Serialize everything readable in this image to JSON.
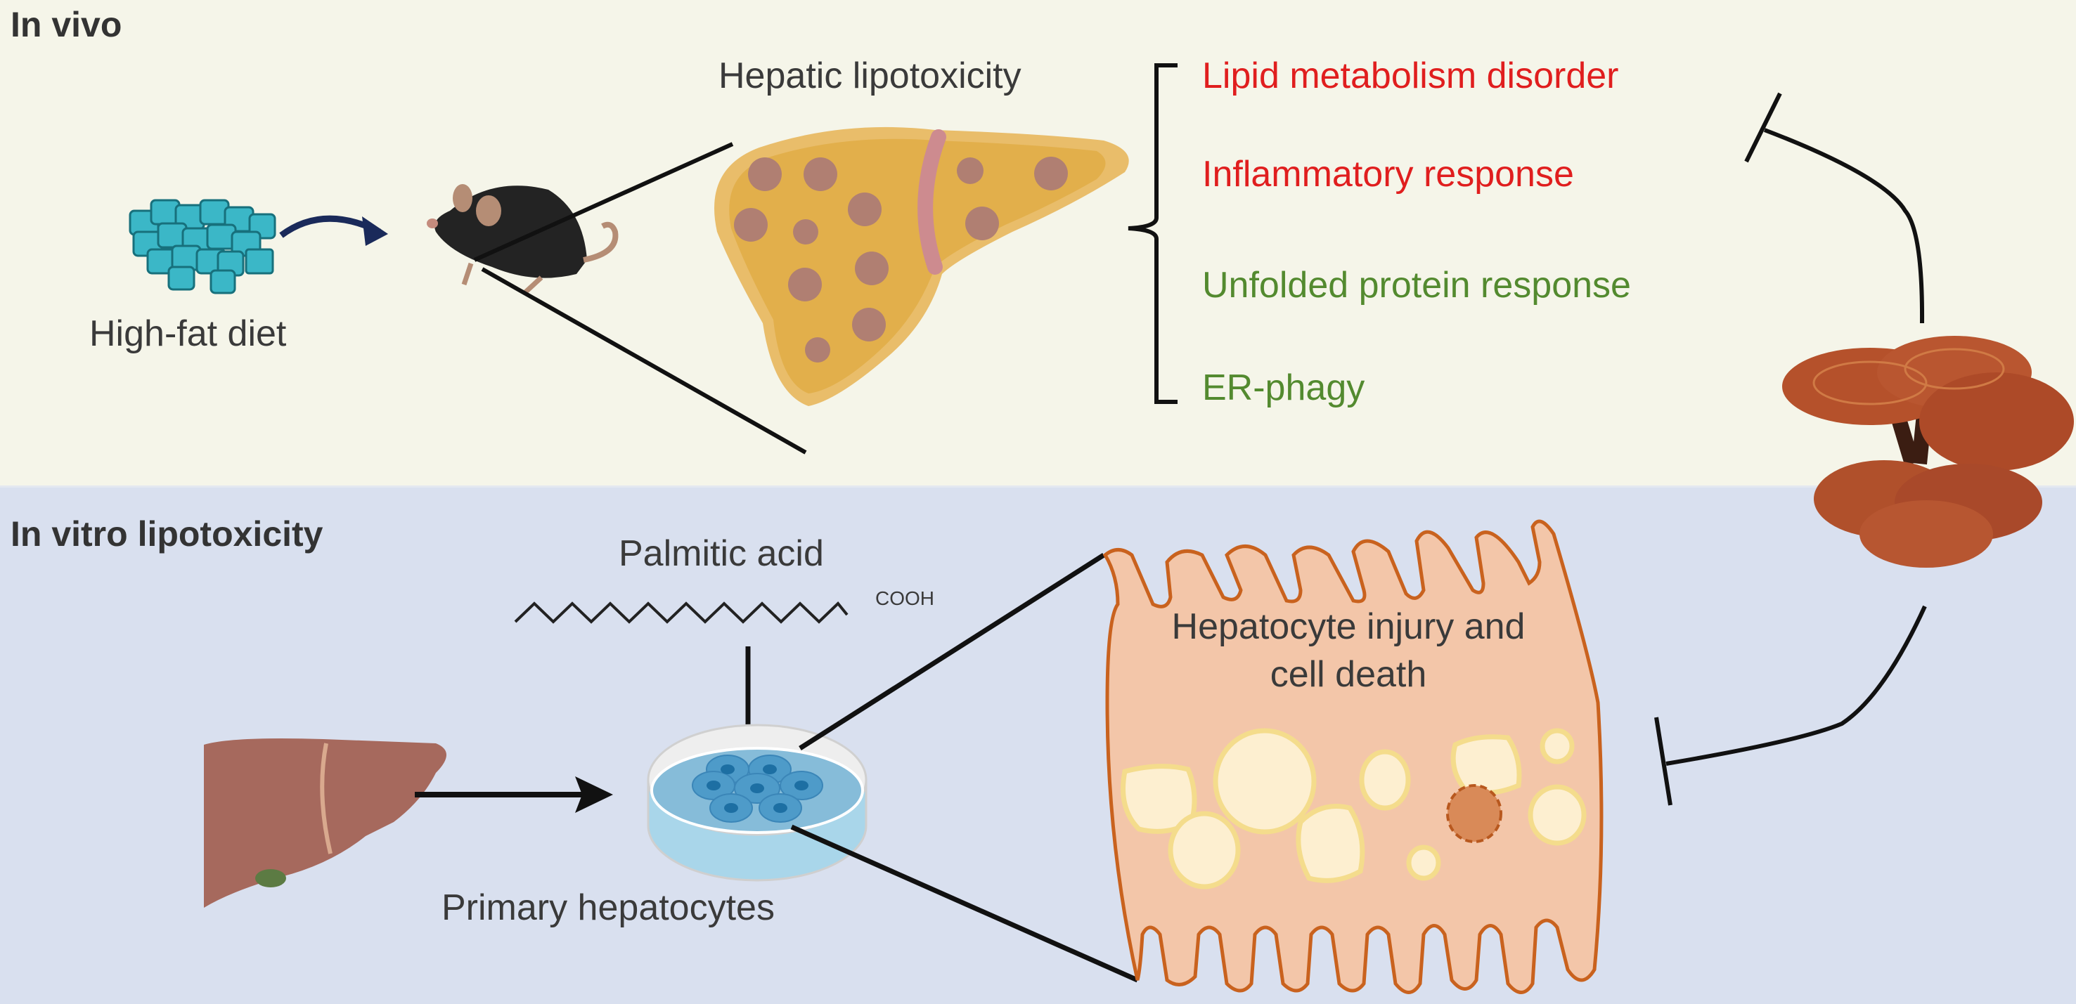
{
  "in_vivo": {
    "title": "In vivo",
    "diet_label": "High-fat diet",
    "liver_label": "Hepatic lipotoxicity",
    "effects": [
      {
        "text": "Lipid metabolism disorder",
        "color": "#e01e1e"
      },
      {
        "text": "Inflammatory response",
        "color": "#e01e1e"
      },
      {
        "text": "Unfolded protein response",
        "color": "#538a2f"
      },
      {
        "text": "ER-phagy",
        "color": "#538a2f"
      }
    ]
  },
  "in_vitro": {
    "title": "In vitro lipotoxicity",
    "compound_label": "Palmitic acid",
    "compound_group": "COOH",
    "cells_label": "Primary hepatocytes",
    "injury_label_line1": "Hepatocyte injury and",
    "injury_label_line2": "cell death"
  },
  "colors": {
    "top_bg": "#f5f5e9",
    "bottom_bg": "#d9e0ef",
    "fatty_liver": "#e3b04b",
    "lipid_droplet": "#b07f72",
    "hepatocyte_fill": "#f3c6a9",
    "hepatocyte_outline": "#c9621e",
    "inhibition_line": "#111111"
  }
}
